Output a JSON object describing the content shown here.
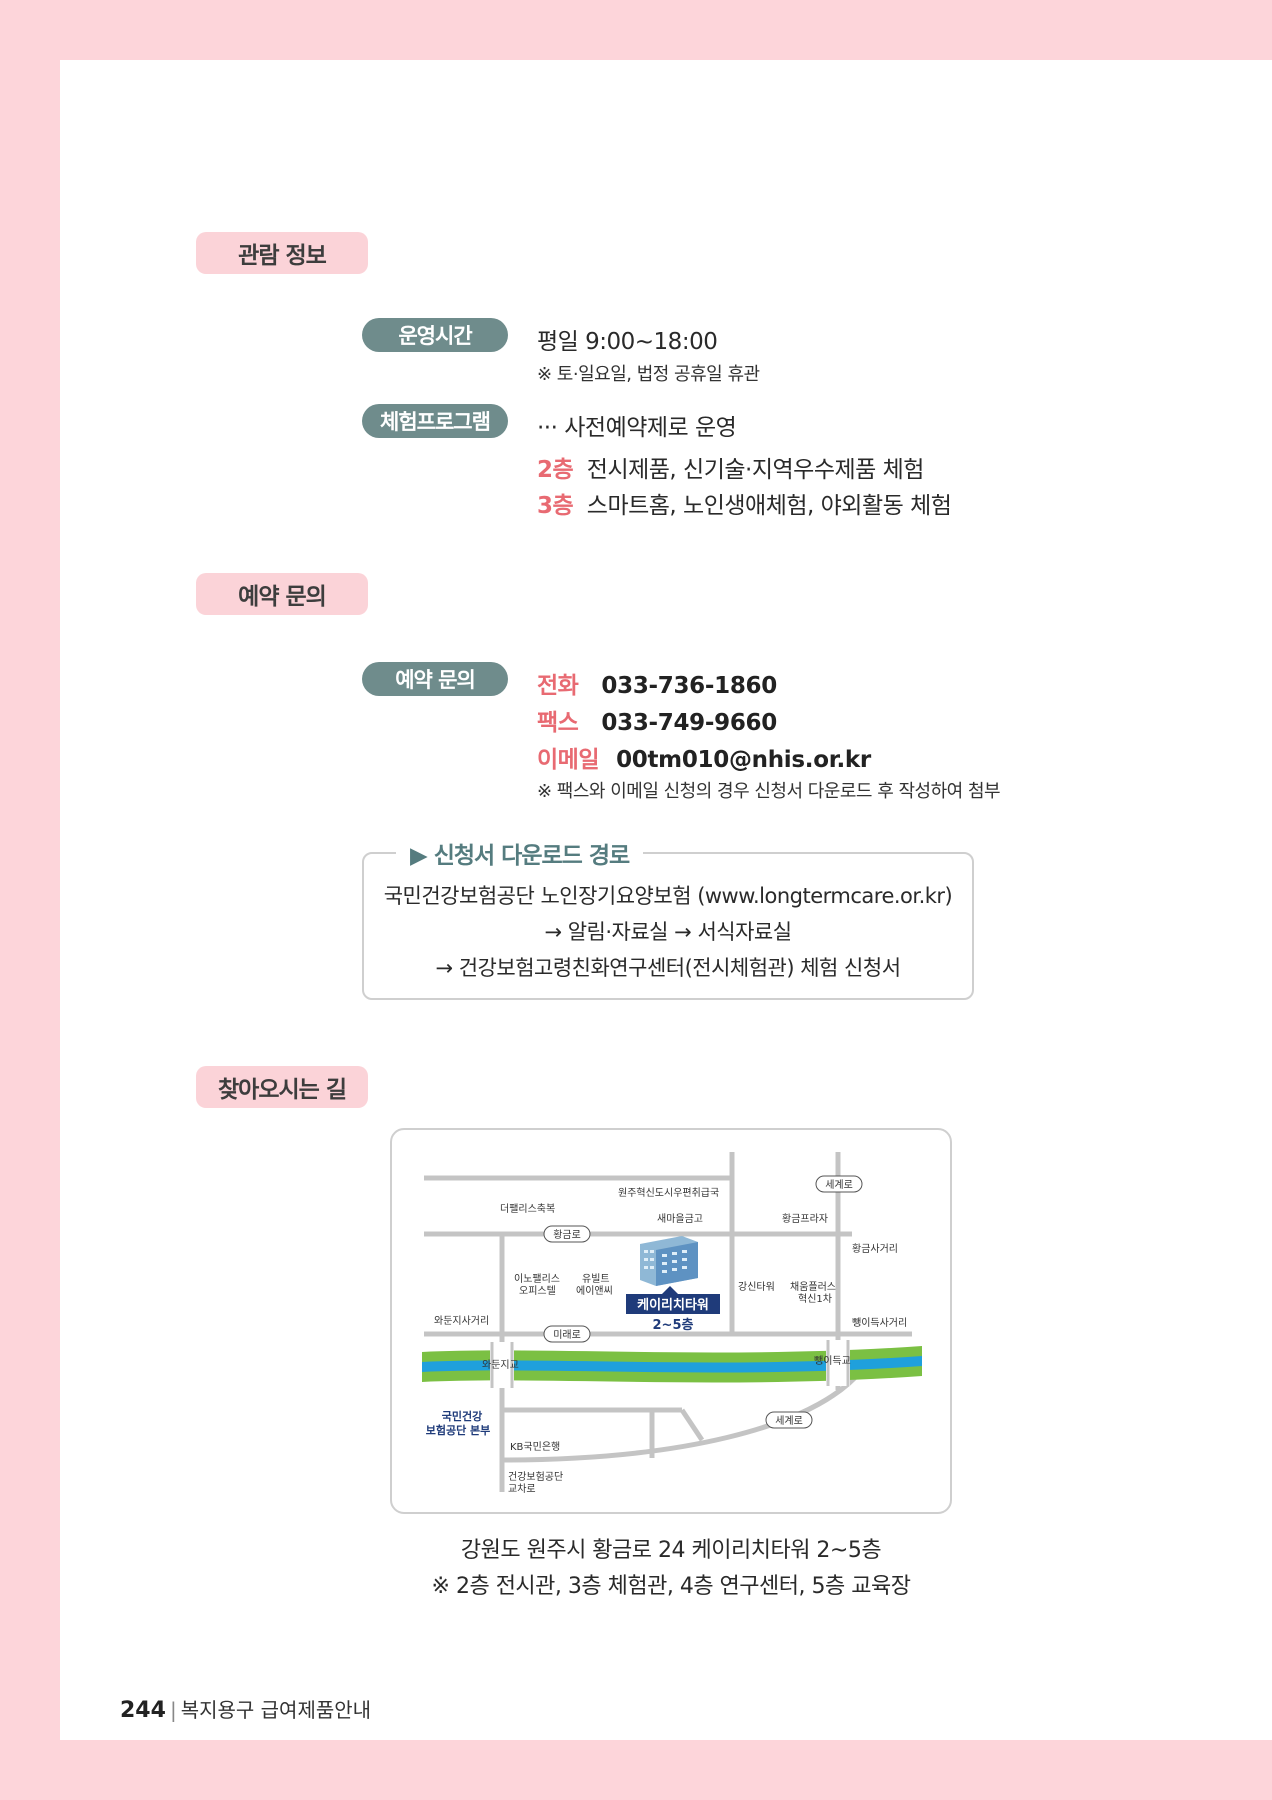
{
  "sections": {
    "viewing": "관람 정보",
    "reservation": "예약 문의",
    "directions": "찾아오시는 길"
  },
  "hours": {
    "label": "운영시간",
    "weekday": "평일 9:00~18:00",
    "note": "※ 토·일요일, 법정 공휴일 휴관"
  },
  "program": {
    "label": "체험프로그램",
    "intro": "··· 사전예약제로 운영",
    "floors": [
      {
        "floor": "2층",
        "text": "전시제품, 신기술·지역우수제품 체험"
      },
      {
        "floor": "3층",
        "text": "스마트홈, 노인생애체험, 야외활동 체험"
      }
    ]
  },
  "contact": {
    "label": "예약 문의",
    "phone_label": "전화",
    "phone": "033-736-1860",
    "fax_label": "팩스",
    "fax": "033-749-9660",
    "email_label": "이메일",
    "email": "00tm010@nhis.or.kr",
    "note": "※ 팩스와 이메일 신청의 경우 신청서 다운로드 후  작성하여 첨부"
  },
  "download": {
    "title": "▶ 신청서 다운로드 경로",
    "line1": "국민건강보험공단 노인장기요양보험 (www.longtermcare.or.kr)",
    "line2": "→ 알림·자료실 → 서식자료실",
    "line3": "→ 건강보험고령친화연구센터(전시체험관) 체험 신청서"
  },
  "map": {
    "road_segyero_top": "세계로",
    "road_hwanggeumro": "황금로",
    "road_miraero": "미래로",
    "road_segyero_bottom": "세계로",
    "wonju_post": "원주혁신도시우편취급국",
    "saemaeul": "새마을금고",
    "hwanggeum_plaza": "황금프라자",
    "hwanggeum_intersection": "황금사거리",
    "the_palace": "더팰리스축복",
    "inno_palace_1": "이노팰리스",
    "inno_palace_2": "오피스텔",
    "yubilt_1": "유빌트",
    "yubilt_2": "에이앤씨",
    "gangsin": "강신타워",
    "chaeum_1": "채움플러스",
    "chaeum_2": "혁신1차",
    "waedunji_intersection": "와둔지사거리",
    "ppaengi_intersection": "뺑이득사거리",
    "waedunji_bridge": "와둔지교",
    "ppaengi_bridge": "뺑이득교",
    "target_name": "케이리치타워",
    "target_floors": "2~5층",
    "nhis_1": "국민건강",
    "nhis_2": "보험공단 본부",
    "kb_bank": "KB국민은행",
    "nhis_intersection_1": "건강보험공단",
    "nhis_intersection_2": "교차로"
  },
  "address": {
    "line1": "강원도 원주시 황금로 24 케이리치타워 2~5층",
    "line2": "※ 2층 전시관, 3층 체험관, 4층 연구센터, 5층 교육장"
  },
  "footer": {
    "page_number": "244",
    "separator": "|",
    "title": "복지용구 급여제품안내"
  },
  "colors": {
    "background": "#fdd5da",
    "section_tag": "#fbd3d8",
    "pill": "#6f8c8c",
    "accent": "#e86a72",
    "teal_text": "#557c7f",
    "map_navy": "#1f3b7a",
    "river_blue": "#1fa0dc",
    "river_green": "#7bc043"
  }
}
